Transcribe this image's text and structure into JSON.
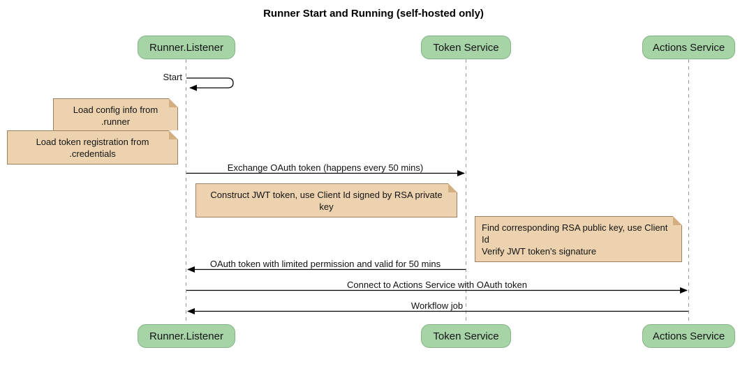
{
  "title": "Runner Start and Running (self-hosted only)",
  "actors": [
    {
      "id": "runner-listener",
      "label": "Runner.Listener"
    },
    {
      "id": "token-service",
      "label": "Token Service"
    },
    {
      "id": "actions-service",
      "label": "Actions Service"
    }
  ],
  "messages": [
    {
      "label": "Start",
      "type": "self",
      "from": "runner-listener",
      "to": "runner-listener"
    },
    {
      "label": "Exchange OAuth token (happens every 50 mins)",
      "from": "runner-listener",
      "to": "token-service"
    },
    {
      "label": "OAuth token with limited permission and valid for 50 mins",
      "from": "token-service",
      "to": "runner-listener"
    },
    {
      "label": "Connect to Actions Service with OAuth token",
      "from": "runner-listener",
      "to": "actions-service"
    },
    {
      "label": "Workflow job",
      "from": "actions-service",
      "to": "runner-listener"
    }
  ],
  "notes": [
    {
      "text": "Load config info from .runner",
      "anchor": "runner-listener"
    },
    {
      "text": "Load token registration from .credentials",
      "anchor": "runner-listener"
    },
    {
      "text": "Construct JWT token, use Client Id signed by RSA private key",
      "anchor": "token-service"
    },
    {
      "lines": [
        "Find corresponding RSA public key, use Client Id",
        "Verify JWT token's signature"
      ],
      "anchor": "actions-service"
    }
  ],
  "colors": {
    "actor_fill": "#a6d4a7",
    "actor_border": "#84b386",
    "note_fill": "#ecd2ae",
    "note_border": "#9d8165",
    "lifeline": "#999999",
    "arrow": "#000000",
    "background": "#ffffff"
  }
}
